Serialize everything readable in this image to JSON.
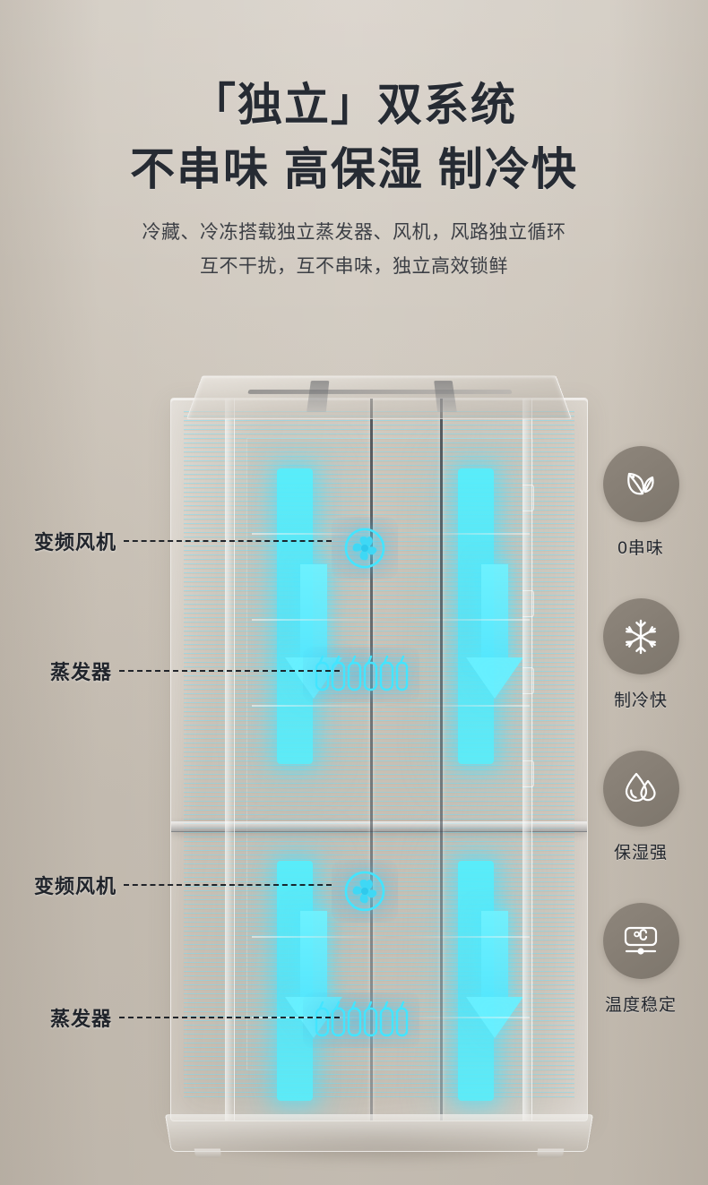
{
  "header": {
    "title_line1": "「独立」双系统",
    "title_line2": "不串味 高保湿 制冷快",
    "subtitle_line1": "冷藏、冷冻搭载独立蒸发器、风机，风路独立循环",
    "subtitle_line2": "互不干扰，互不串味，独立高效锁鲜"
  },
  "colors": {
    "background": "#cec7bd",
    "title_text": "#262b33",
    "body_text": "#3c3f45",
    "accent_cyan": "#50f0ff",
    "icon_circle": "#867e74",
    "leader_line": "#14181f"
  },
  "callouts": [
    {
      "label": "变频风机",
      "icon": "fan-icon",
      "compartment": "refrigerator"
    },
    {
      "label": "蒸发器",
      "icon": "evaporator-coil-icon",
      "compartment": "refrigerator"
    },
    {
      "label": "变频风机",
      "icon": "fan-icon",
      "compartment": "freezer"
    },
    {
      "label": "蒸发器",
      "icon": "evaporator-coil-icon",
      "compartment": "freezer"
    }
  ],
  "features": [
    {
      "label": "0串味",
      "icon": "leaf-icon"
    },
    {
      "label": "制冷快",
      "icon": "snowflake-icon"
    },
    {
      "label": "保湿强",
      "icon": "water-drop-icon"
    },
    {
      "label": "温度稳定",
      "icon": "temperature-display-icon"
    }
  ],
  "product": {
    "type": "french-door-refrigerator",
    "view": "x-ray-transparent",
    "compartments": [
      "refrigerator",
      "freezer"
    ],
    "airflow_direction": "downward"
  }
}
